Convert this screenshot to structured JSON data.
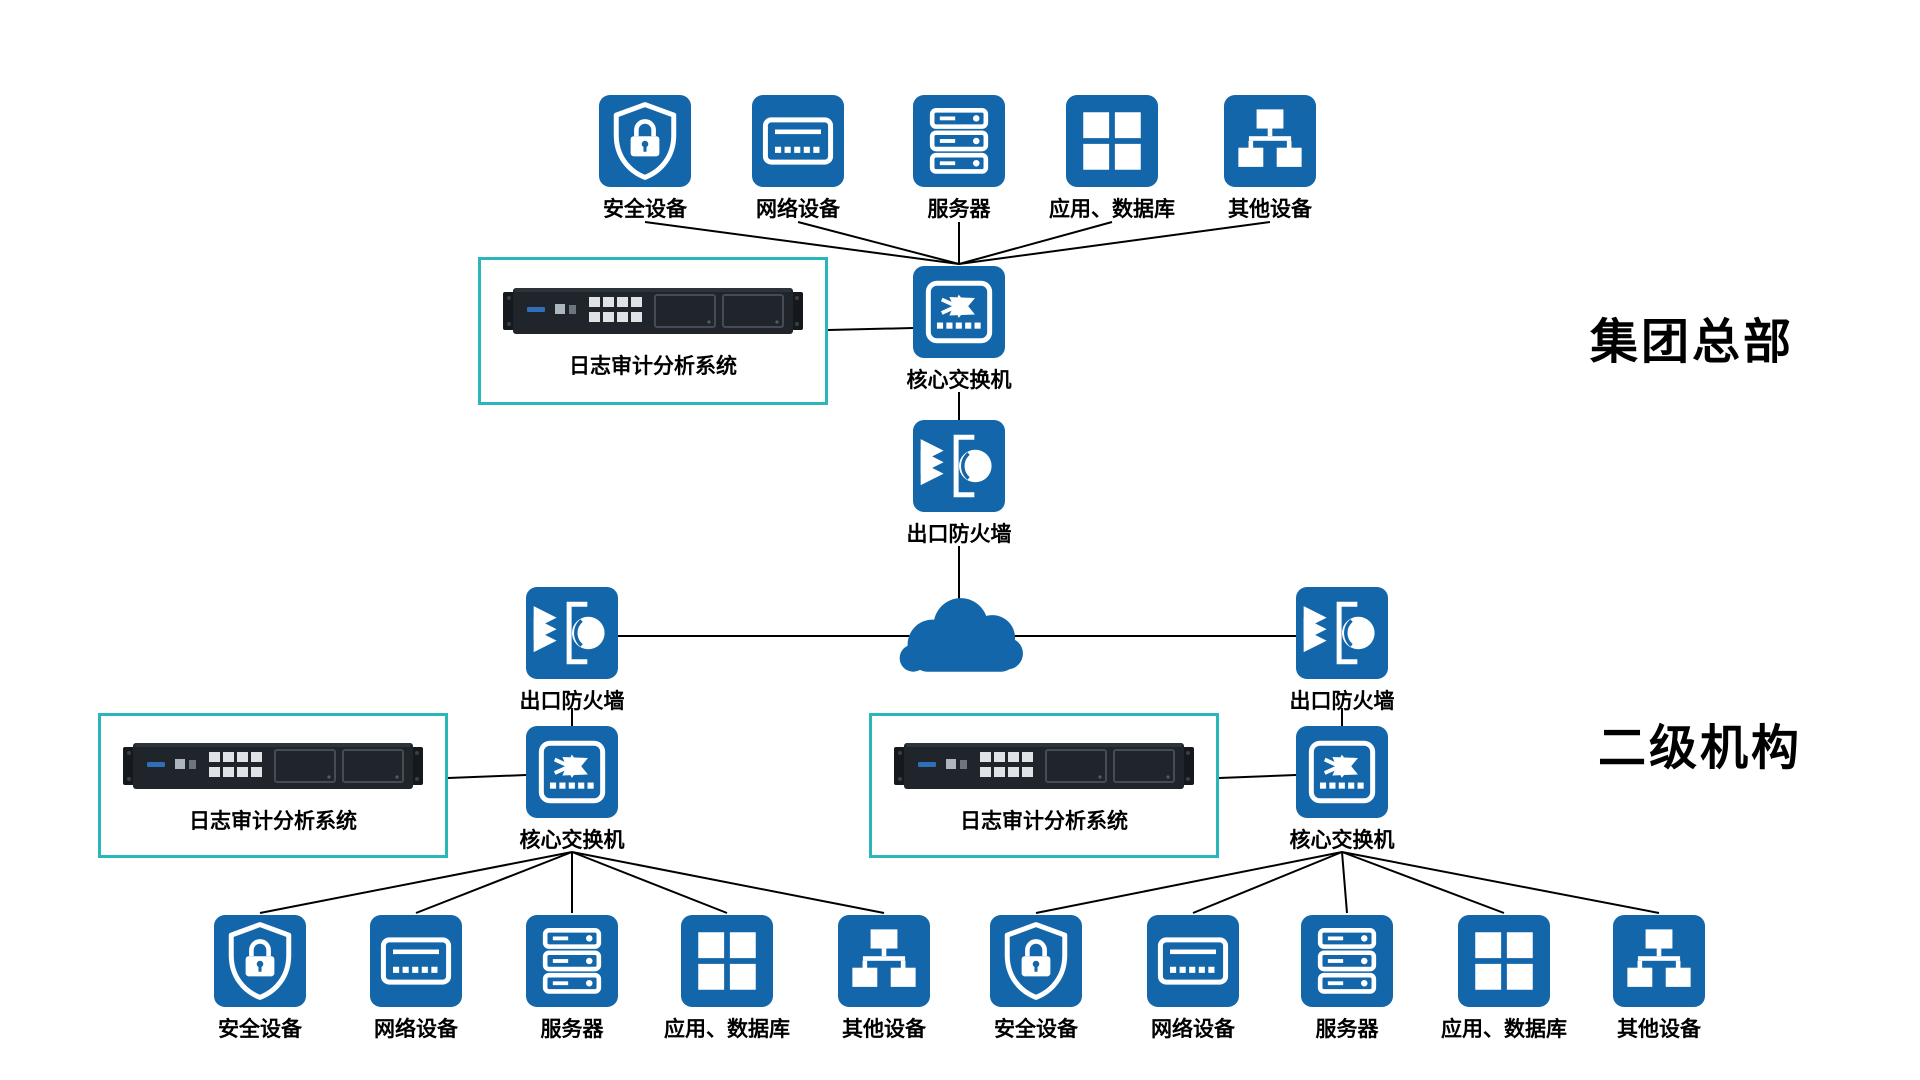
{
  "sections": {
    "headquarters": {
      "title": "集团总部"
    },
    "branch": {
      "title": "二级机构"
    }
  },
  "labels": {
    "security": "安全设备",
    "network": "网络设备",
    "server": "服务器",
    "app_db": "应用、数据库",
    "other": "其他设备",
    "core_switch": "核心交换机",
    "firewall": "出口防火墙",
    "log_audit": "日志审计分析系统"
  },
  "icons": {
    "security": "shield-lock-icon",
    "network": "network-device-icon",
    "server": "server-icon",
    "app_db": "app-grid-icon",
    "other": "other-devices-icon",
    "core_switch": "switch-icon",
    "firewall": "firewall-icon",
    "cloud": "cloud-icon",
    "log_audit": "rack-appliance-image"
  },
  "colors": {
    "node_blue": "#1366a9",
    "audit_border": "#2ab7bc",
    "line": "#000000"
  }
}
